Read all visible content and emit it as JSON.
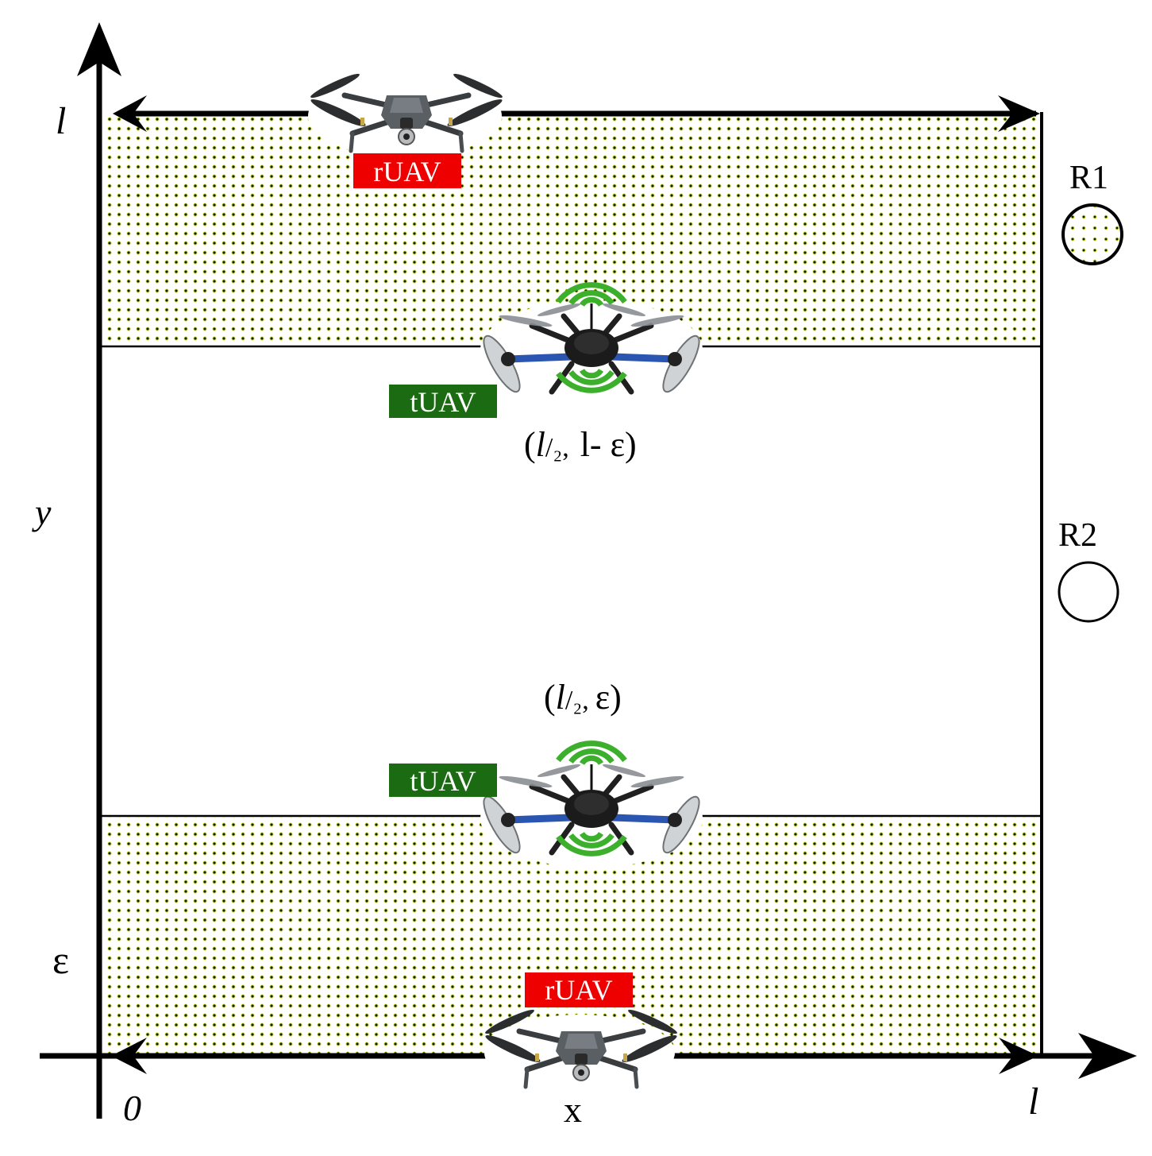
{
  "axes": {
    "y_top_label": "l",
    "y_axis_label": "y",
    "epsilon_label": "ε",
    "origin_label": "0",
    "x_axis_label": "x",
    "x_right_label": "l"
  },
  "legend": {
    "r1_label": "R1",
    "r2_label": "R2",
    "r1_fill": "dotted",
    "r2_fill": "empty"
  },
  "drones": {
    "ruav_top_label": "rUAV",
    "ruav_bottom_label": "rUAV",
    "tuav_upper_label": "tUAV",
    "tuav_lower_label": "tUAV",
    "tuav_upper_coord": {
      "open": "(",
      "l": "l",
      "frac": "/₂,",
      "rest": "l- ε)"
    },
    "tuav_lower_coord": {
      "open": "(",
      "l": "l",
      "frac": "/₂,",
      "rest": "ε)"
    }
  },
  "colors": {
    "ruav_tag": "#ee0000",
    "tuav_tag": "#1a6b12",
    "signal": "#3cb02c",
    "dot": "#1a1a00",
    "dot_halo": "#d8ef3a",
    "axis": "#000000"
  },
  "icons": {
    "ruav": "quadcopter-drone-icon",
    "tuav": "hexacopter-drone-icon",
    "signal": "wireless-signal-icon"
  }
}
